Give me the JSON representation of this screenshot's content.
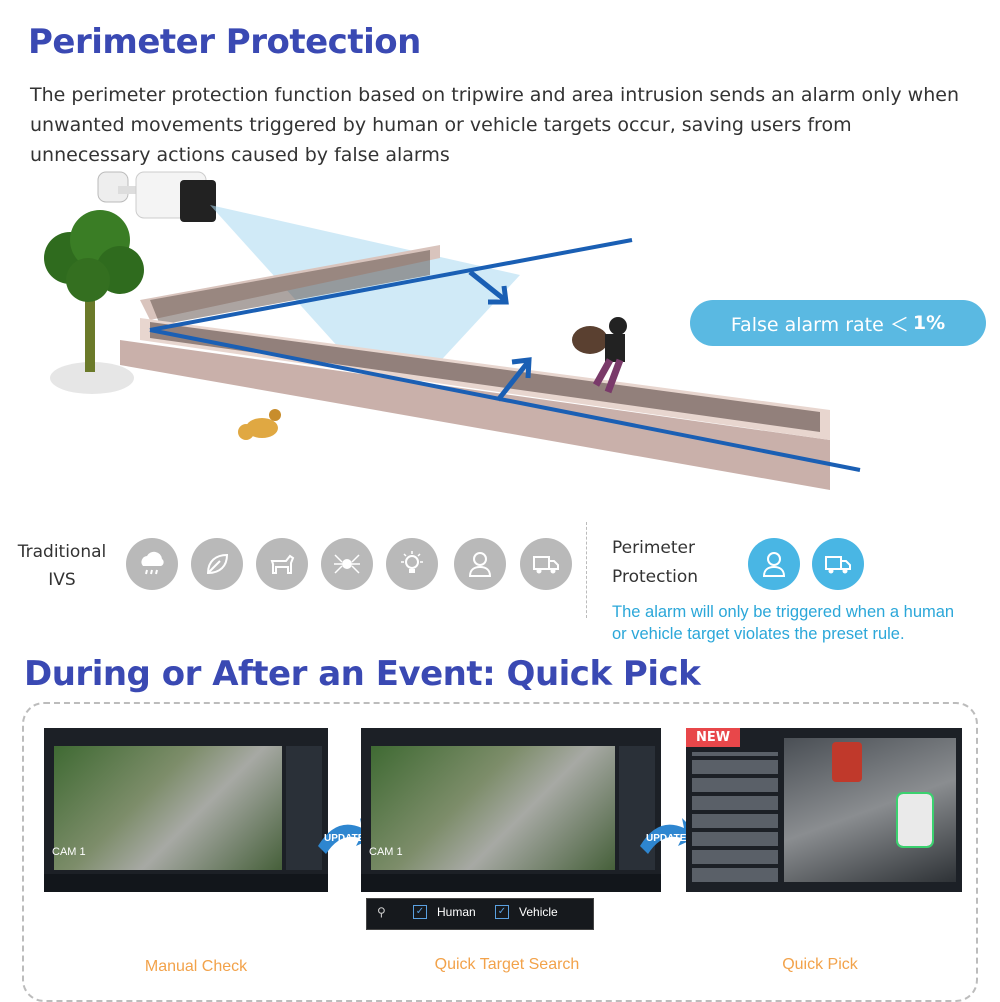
{
  "section1": {
    "title": "Perimeter Protection",
    "description": "The perimeter protection function based on tripwire and area intrusion sends an alarm only when unwanted movements triggered by human or vehicle targets occur, saving users from unnecessary actions caused by false alarms"
  },
  "badge": {
    "prefix": "False alarm rate ＜",
    "value": "1%"
  },
  "compare": {
    "traditional_label_line1": "Traditional",
    "traditional_label_line2": "IVS",
    "traditional_icons": [
      "rain-icon",
      "leaf-icon",
      "dog-icon",
      "spider-icon",
      "light-icon",
      "person-icon",
      "vehicle-icon"
    ],
    "perimeter_label_line1": "Perimeter",
    "perimeter_label_line2": "Protection",
    "perimeter_icons": [
      "person-icon",
      "vehicle-icon"
    ],
    "note_line1": "The alarm will only be triggered when a human",
    "note_line2": "or vehicle target violates the preset rule."
  },
  "section2": {
    "title": "During or After an Event: Quick Pick",
    "steps": [
      {
        "caption": "Manual Check",
        "cam": "CAM 1"
      },
      {
        "caption": "Quick Target Search",
        "cam": "CAM 1"
      },
      {
        "caption": "Quick Pick",
        "tag": "NEW"
      }
    ],
    "arrow_label": "UPDATE",
    "filter": {
      "human": "Human",
      "vehicle": "Vehicle"
    }
  },
  "colors": {
    "title": "#3a49b3",
    "accent": "#5ab9e2",
    "caption": "#f2a24a",
    "icon_gray": "#b9b9b9",
    "icon_blue": "#49b6e4"
  }
}
